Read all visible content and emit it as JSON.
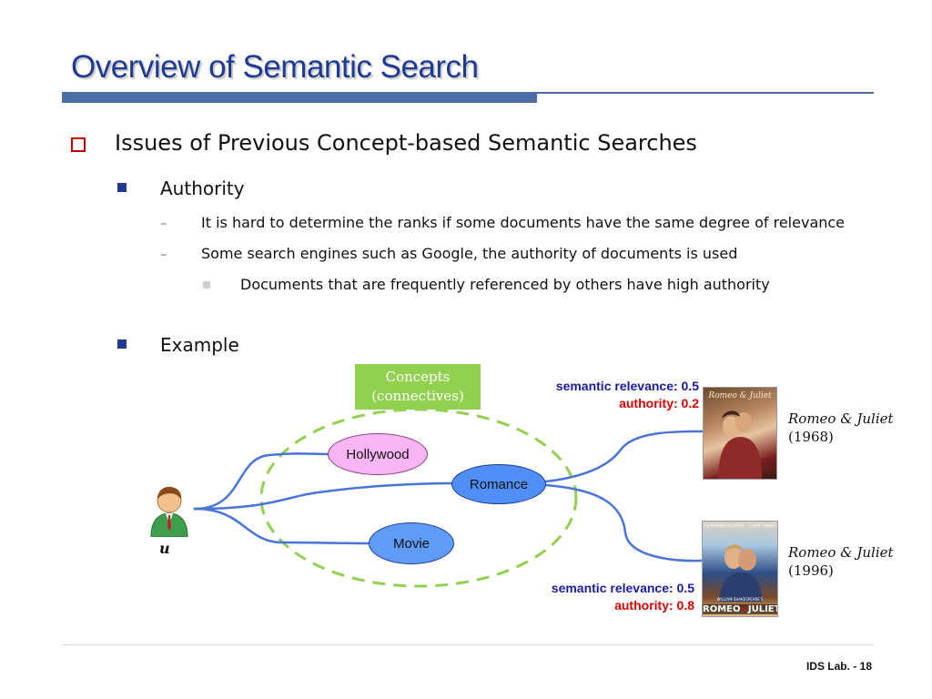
{
  "slide": {
    "title": "Overview of Semantic Search",
    "footer": "IDS Lab. - 18"
  },
  "bullets": {
    "level1": "Issues of Previous Concept-based Semantic Searches",
    "authority": {
      "label": "Authority",
      "sub1": "It is hard to determine the ranks if some documents have the same degree of relevance",
      "sub2": "Some search engines such as Google, the authority of documents is used",
      "sub2_1": "Documents that are frequently referenced by others have high authority"
    },
    "example": "Example",
    "dash": "–"
  },
  "diagram": {
    "concepts_line1": "Concepts",
    "concepts_line2": "(connectives)",
    "nodes": {
      "hollywood": "Hollywood",
      "romance": "Romance",
      "movie": "Movie"
    },
    "user_label": "u",
    "top_doc": {
      "semantic_relevance": "semantic relevance: 0.5",
      "authority": "authority: 0.2",
      "title": "Romeo & Juliet",
      "year": "(1968)",
      "poster_title": "Romeo & Juliet"
    },
    "bottom_doc": {
      "semantic_relevance": "semantic relevance: 0.5",
      "authority": "authority: 0.8",
      "title": "Romeo & Juliet",
      "year": "(1996)",
      "poster_actor1": "LEONARDO DiCAPRIO",
      "poster_actor2": "CLAIRE DANES",
      "poster_sub": "WILLIAM SHAKESPEARE'S",
      "poster_big_left": "ROMEO",
      "poster_big_plus": "+",
      "poster_big_right": "JULIET"
    },
    "colors": {
      "concepts_fill": "#92d050",
      "dashed_circle": "#92d050",
      "edge": "#4a74d8",
      "hollywood_fill": "#f7b6f2",
      "romance_fill": "#4f8ff7",
      "movie_fill": "#5f9cf8",
      "relevance_text": "#1a1aa6",
      "authority_text": "#e00000"
    }
  }
}
